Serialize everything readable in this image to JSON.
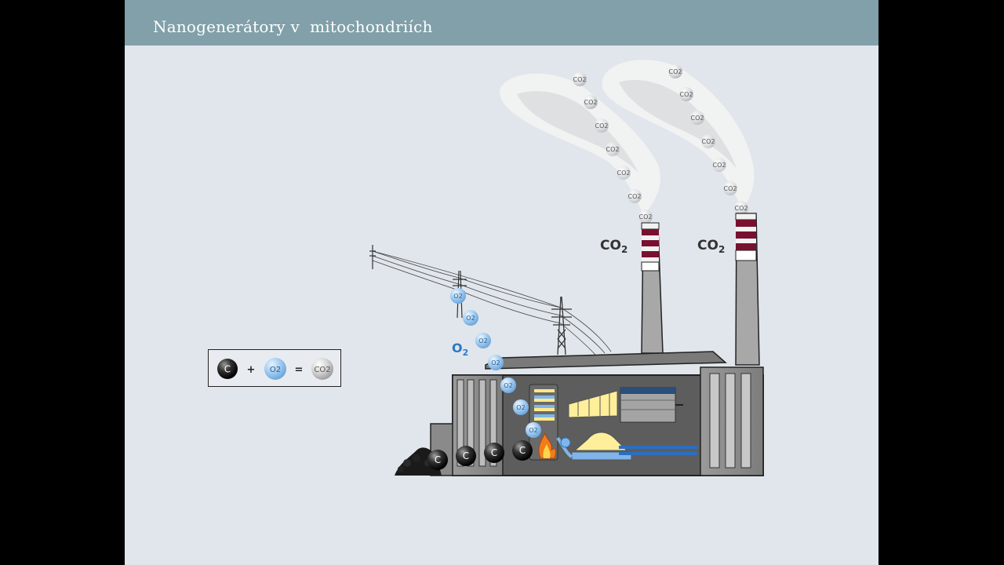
{
  "slide": {
    "title": "Nanogenerátory v  mitochondriích"
  },
  "equation": {
    "operand_1": "C",
    "op_plus": "+",
    "operand_2": "O2",
    "op_equals": "=",
    "result": "CO2"
  },
  "diagram": {
    "chimney_label_left": "CO",
    "chimney_label_left_sub": "2",
    "chimney_label_right": "CO",
    "chimney_label_right_sub": "2",
    "oxygen_label": "O",
    "oxygen_label_sub": "2",
    "carbon_ball_label": "C",
    "oxygen_ball_label": "O2",
    "smoke_ball_label": "CO2"
  },
  "colors": {
    "title_bar": "#81a0a9",
    "slide_bg": "#e1e6ec",
    "oxygen_blue": "#2a78c8",
    "chimney_stripe": "#7a1030"
  }
}
